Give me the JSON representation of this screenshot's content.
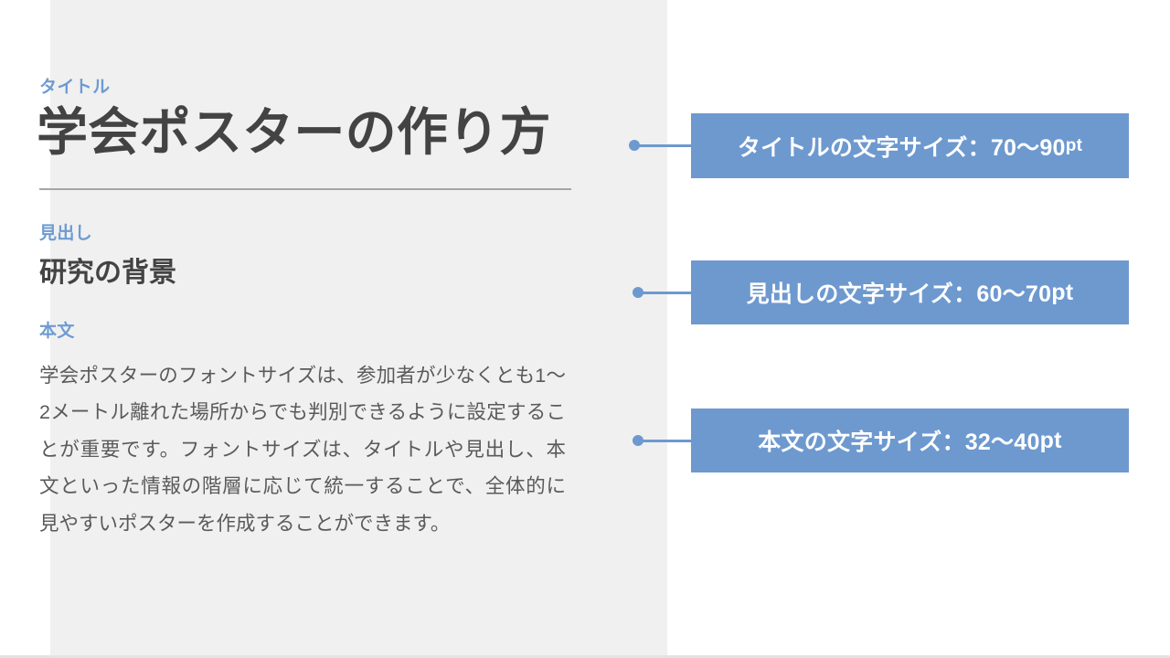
{
  "slide": {
    "background_color": "#ffffff",
    "panel_color": "#f0f0f0",
    "accent_color": "#6d99cf",
    "text_color": "#434343",
    "body_text_color": "#5a5a5a",
    "rule_color": "#a6a6a6"
  },
  "poster": {
    "title_label": "タイトル",
    "title": "学会ポスターの作り方",
    "heading_label": "見出し",
    "heading": "研究の背景",
    "body_label": "本文",
    "body": "学会ポスターのフォントサイズは、参加者が少なくとも1〜2メートル離れた場所からでも判別できるように設定することが重要です。フォントサイズは、タイトルや見出し、本文といった情報の階層に応じて統一することで、全体的に見やすいポスターを作成することができます。"
  },
  "callouts": [
    {
      "id": "title",
      "text": "タイトルの文字サイズ：70〜90",
      "unit": "pt",
      "unit_style": "small",
      "full_text": "タイトルの文字サイズ：70〜90pt"
    },
    {
      "id": "heading",
      "text": "見出しの文字サイズ：60〜70",
      "unit": "pt",
      "unit_style": "full",
      "full_text": "見出しの文字サイズ：60〜70pt"
    },
    {
      "id": "body",
      "text": "本文の文字サイズ：32〜40",
      "unit": "pt",
      "unit_style": "full",
      "full_text": "本文の文字サイズ：32〜40pt"
    }
  ]
}
